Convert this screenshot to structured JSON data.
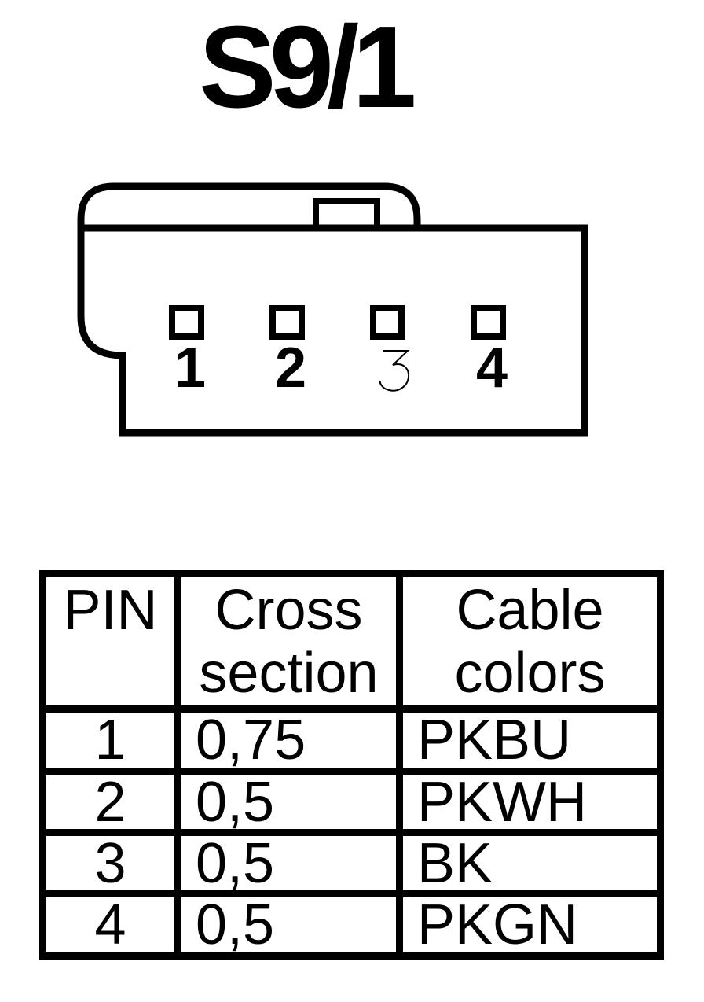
{
  "title": "S9/1",
  "connector": {
    "pins": [
      {
        "label": "1",
        "style": "solid"
      },
      {
        "label": "2",
        "style": "solid"
      },
      {
        "label": "3",
        "style": "outline"
      },
      {
        "label": "4",
        "style": "solid"
      }
    ]
  },
  "table": {
    "headers": [
      [
        "PIN"
      ],
      [
        "Cross",
        "section"
      ],
      [
        "Cable",
        "colors"
      ]
    ],
    "rows": [
      {
        "pin": "1",
        "cross_section": "0,75",
        "cable_color": "PKBU"
      },
      {
        "pin": "2",
        "cross_section": "0,5",
        "cable_color": "PKWH"
      },
      {
        "pin": "3",
        "cross_section": "0,5",
        "cable_color": "BK"
      },
      {
        "pin": "4",
        "cross_section": "0,5",
        "cable_color": "PKGN"
      }
    ]
  },
  "colors": {
    "foreground": "#000000",
    "background": "#ffffff"
  }
}
